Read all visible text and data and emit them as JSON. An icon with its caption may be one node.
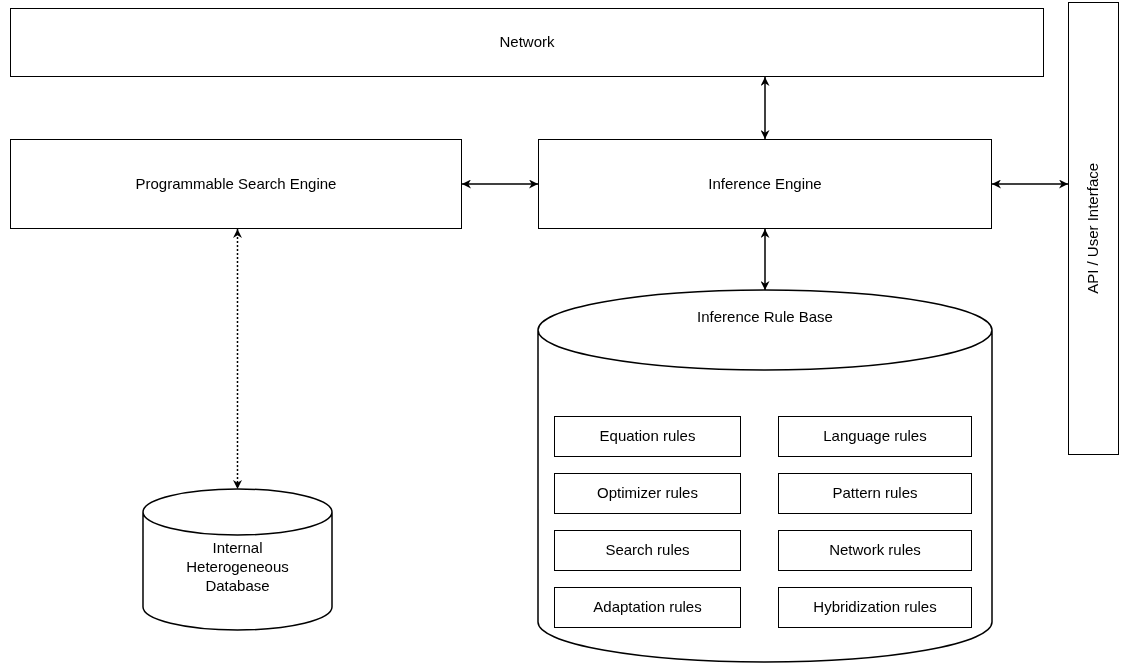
{
  "diagram": {
    "nodes": [
      {
        "text": [
          "Network"
        ]
      },
      {
        "text": [
          "Programmable Search Engine"
        ]
      },
      {
        "text": [
          "Inference Engine"
        ]
      },
      {
        "text": [
          "API / User Interface"
        ]
      },
      {
        "text": [
          "Inference Rule Base"
        ]
      },
      {
        "text": [
          "Equation rules"
        ],
        "in": 4
      },
      {
        "text": [
          "Language rules"
        ],
        "in": 4
      },
      {
        "text": [
          "Optimizer rules"
        ],
        "in": 4
      },
      {
        "text": [
          "Pattern rules"
        ],
        "in": 4
      },
      {
        "text": [
          "Search rules"
        ],
        "in": 4
      },
      {
        "text": [
          "Network rules"
        ],
        "in": 4
      },
      {
        "text": [
          "Adaptation rules"
        ],
        "in": 4
      },
      {
        "text": [
          "Hybridization rules"
        ],
        "in": 4
      },
      {
        "text": [
          "Internal Heterogeneous Database"
        ]
      }
    ],
    "edges": [
      {
        "from": 0,
        "to": 2,
        "arrow": "both"
      },
      {
        "from": 1,
        "to": 2,
        "arrow": "both"
      },
      {
        "from": 2,
        "to": 3,
        "arrow": "both"
      },
      {
        "from": 2,
        "to": 4,
        "arrow": "both"
      },
      {
        "from": 1,
        "to": 13,
        "arrow": "both",
        "style": "dashed"
      }
    ]
  }
}
